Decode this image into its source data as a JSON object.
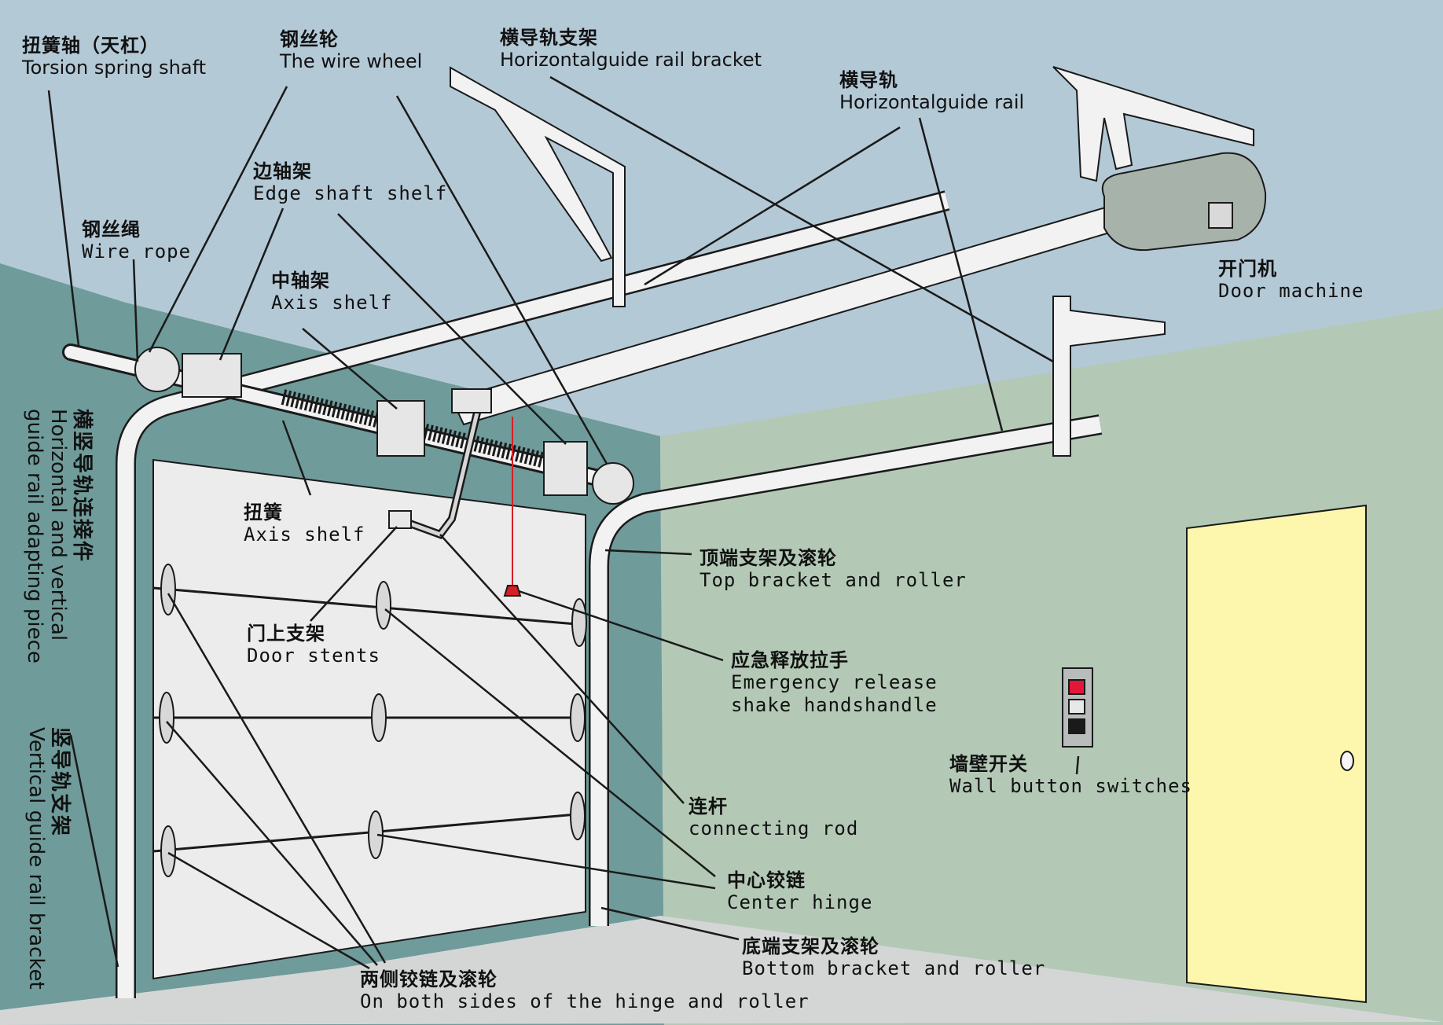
{
  "labels": {
    "torsion_shaft": {
      "zh": "扭簧轴（天杠）",
      "en": "Torsion spring shaft"
    },
    "wire_wheel": {
      "zh": "钢丝轮",
      "en": "The wire wheel"
    },
    "rail_bracket": {
      "zh": "横导轨支架",
      "en": "Horizontalguide rail  bracket"
    },
    "horizontal_rail": {
      "zh": "横导轨",
      "en": "Horizontalguide rail"
    },
    "edge_shaft_shelf": {
      "zh": "边轴架",
      "en": "Edge shaft shelf"
    },
    "wire_rope": {
      "zh": "钢丝绳",
      "en": "Wire rope"
    },
    "axis_shelf": {
      "zh": "中轴架",
      "en": "Axis shelf"
    },
    "door_machine": {
      "zh": "开门机",
      "en": "Door machine"
    },
    "torsion_spring": {
      "zh": "扭簧",
      "en": "Axis shelf"
    },
    "door_stents": {
      "zh": "门上支架",
      "en": "Door stents"
    },
    "top_bracket": {
      "zh": "顶端支架及滚轮",
      "en": "Top bracket and roller"
    },
    "emergency_release": {
      "zh": "应急释放拉手",
      "en1": "Emergency release",
      "en2": "shake handshandle"
    },
    "wall_switch": {
      "zh": "墙壁开关",
      "en": "Wall button switches"
    },
    "connecting_rod": {
      "zh": "连杆",
      "en": "connecting rod"
    },
    "center_hinge": {
      "zh": "中心铰链",
      "en": "Center hinge"
    },
    "bottom_bracket": {
      "zh": "底端支架及滚轮",
      "en": "Bottom bracket and roller"
    },
    "side_hinge": {
      "zh": "两侧铰链及滚轮",
      "en": "On both sides of the hinge and roller"
    },
    "adapting_piece": {
      "zh": "横竖导轨连接件",
      "en1": "Horizontal and vertical",
      "en2": "guide rail adapting piece"
    },
    "vertical_bracket": {
      "zh": "竖导轨支架",
      "en": "Vertical guide rail bracket"
    }
  },
  "colors": {
    "ceiling": "#b4c9d6",
    "wall_left": "#6f9b9a",
    "wall_right": "#b3c9b6",
    "floor": "#d4d6d6",
    "door_panel": "#ececec",
    "side_door": "#fdf7ae",
    "rail": "#f2f2f2",
    "outline": "#1a1a1a",
    "release_cord": "#d41f26",
    "switch_red": "#e4163a",
    "motor": "#a7b3aa"
  }
}
